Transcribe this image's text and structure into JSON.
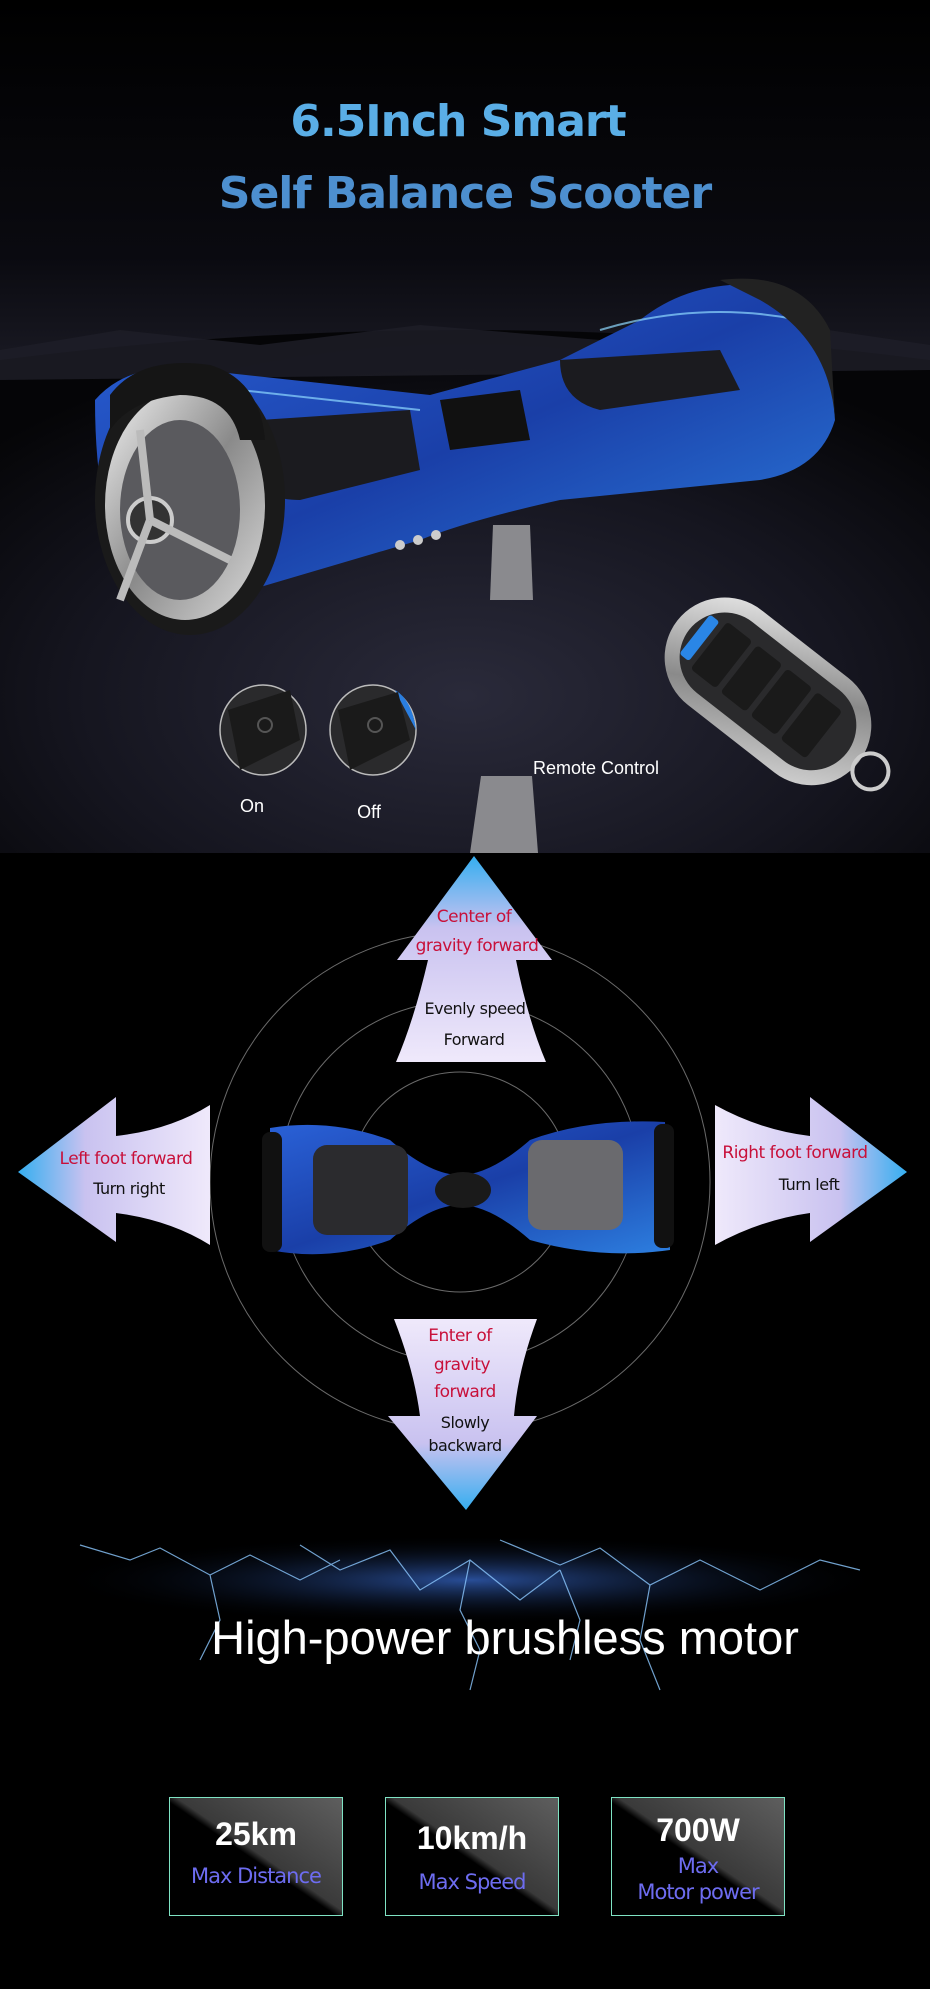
{
  "header": {
    "title_line1": "6.5Inch Smart",
    "title_line2": "Self Balance Scooter"
  },
  "features": {
    "on_label": "On",
    "off_label": "Off",
    "remote_label": "Remote Control"
  },
  "control_diagram": {
    "up": {
      "red_line1": "Center of",
      "red_line2": "gravity forward",
      "black_line1": "Evenly speed",
      "black_line2": "Forward"
    },
    "left": {
      "red": "Left foot forward",
      "black": "Turn right"
    },
    "right": {
      "red": "Right foot forward",
      "black": "Turn left"
    },
    "down": {
      "red_line1": "Enter of",
      "red_line2": "gravity",
      "red_line3": "forward",
      "black_line1": "Slowly",
      "black_line2": "backward"
    }
  },
  "motor": {
    "headline": "High-power brushless motor"
  },
  "specs": [
    {
      "value": "25km",
      "label": "Max Distance"
    },
    {
      "value": "10km/h",
      "label": "Max Speed"
    },
    {
      "value": "700W",
      "label_line1": "Max",
      "label_line2": "Motor power"
    }
  ],
  "colors": {
    "title": "#5aaee6",
    "accent_red": "#c8103a",
    "spec_label": "#6d6cf0",
    "box_border": "#7fe3c4"
  }
}
